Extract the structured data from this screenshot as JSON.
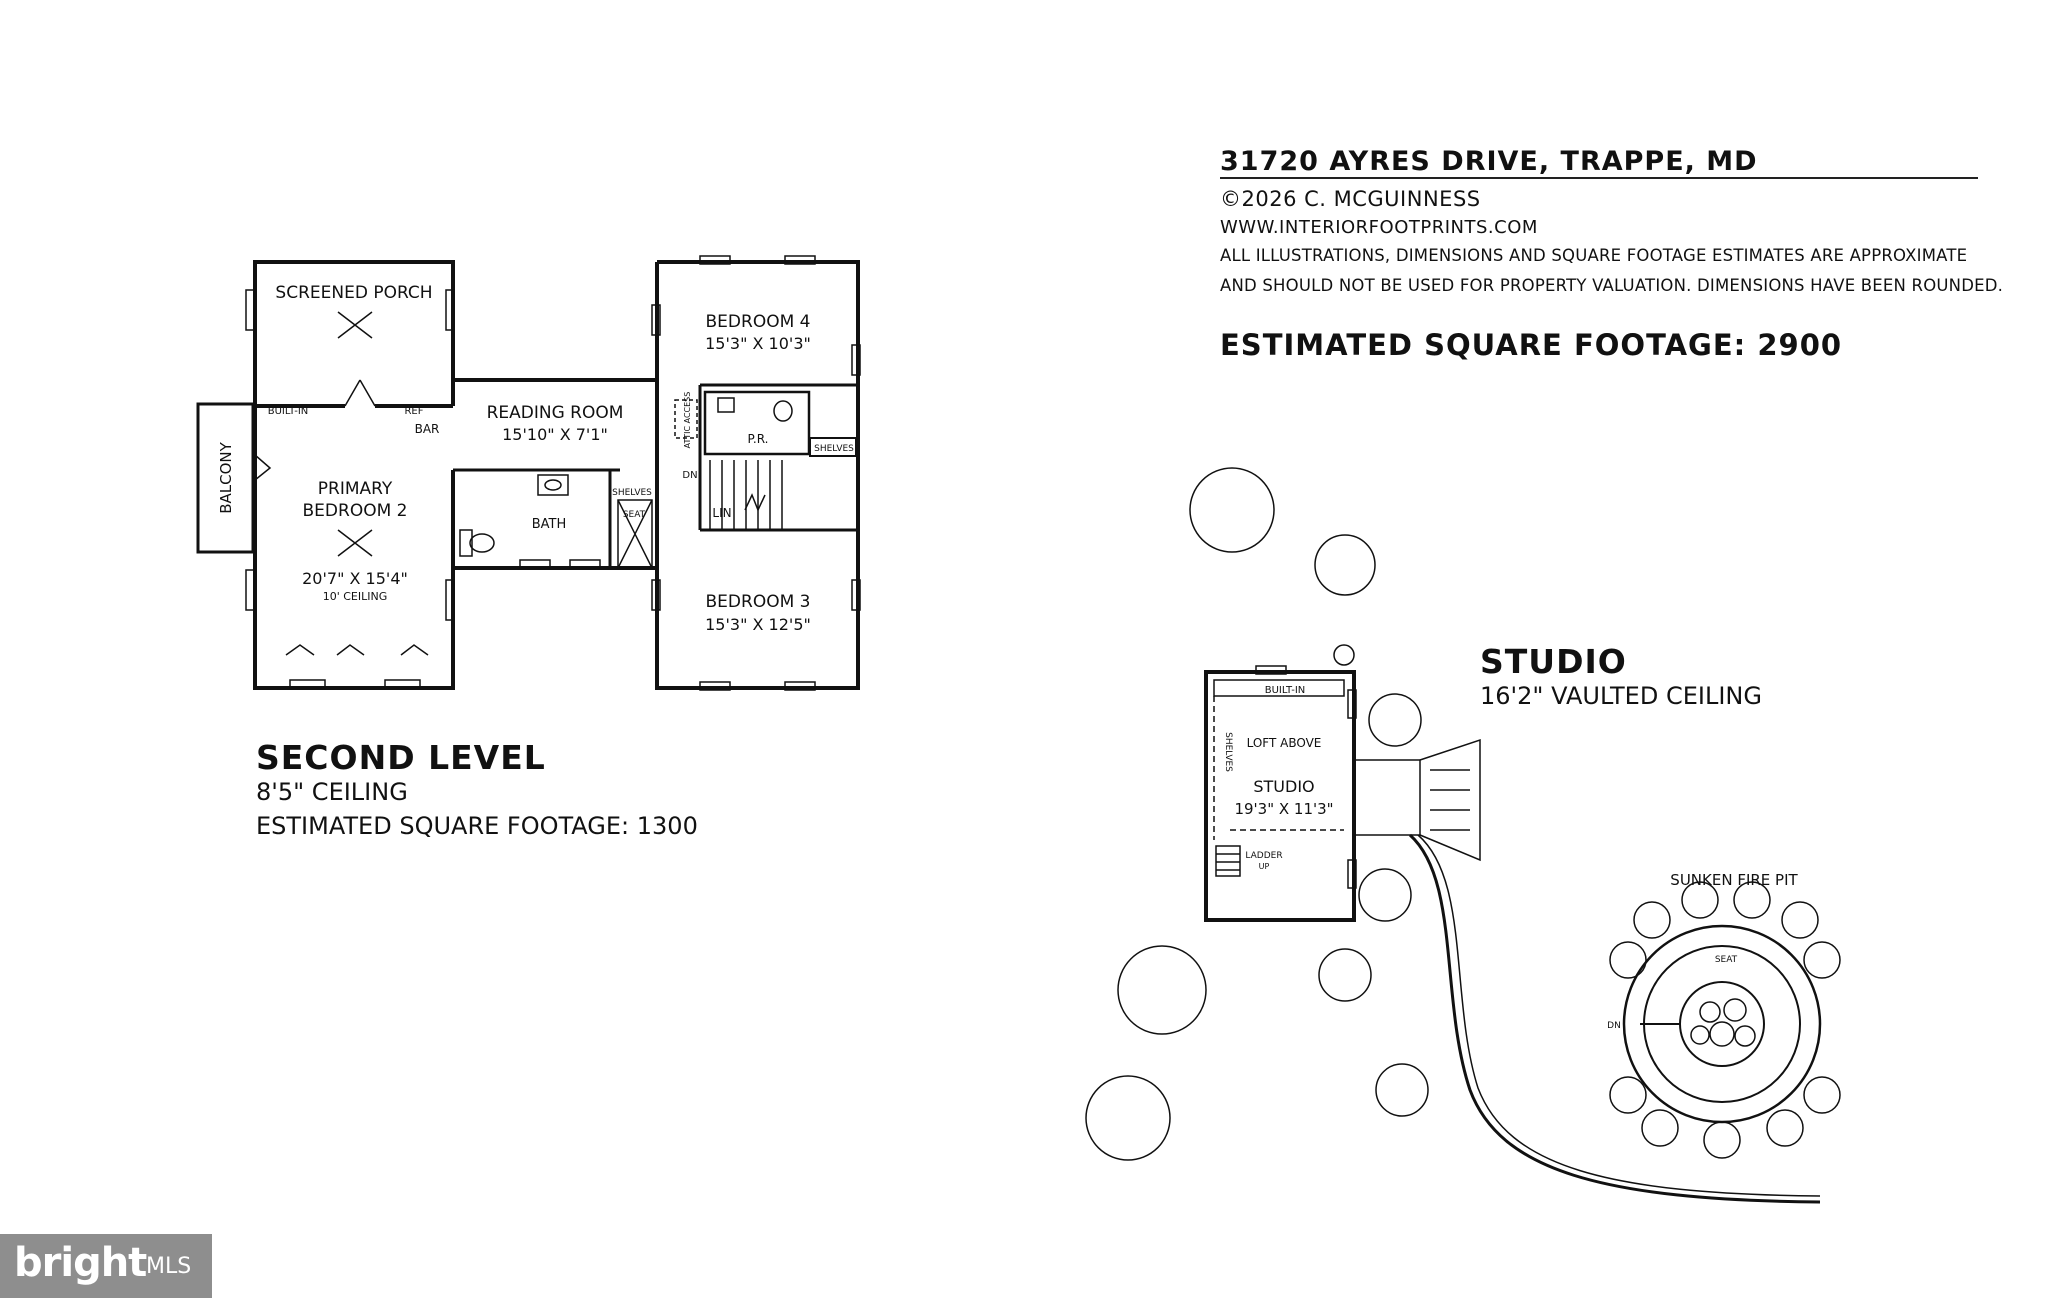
{
  "header": {
    "address": "31720 AYRES DRIVE, TRAPPE, MD",
    "copyright": "©2026 C. MCGUINNESS",
    "website": "WWW.INTERIORFOOTPRINTS.COM",
    "disclaimer_line1": "ALL ILLUSTRATIONS, DIMENSIONS AND SQUARE FOOTAGE ESTIMATES ARE APPROXIMATE",
    "disclaimer_line2": "AND  SHOULD NOT BE USED FOR PROPERTY VALUATION. DIMENSIONS HAVE BEEN ROUNDED.",
    "estimated_total": "ESTIMATED SQUARE FOOTAGE: 2900"
  },
  "second_level": {
    "title": "SECOND LEVEL",
    "ceiling": "8'5\" CEILING",
    "sqft": "ESTIMATED SQUARE FOOTAGE: 1300"
  },
  "studio_block": {
    "title": "STUDIO",
    "ceiling": "16'2\" VAULTED CEILING"
  },
  "rooms": {
    "screened_porch": "SCREENED PORCH",
    "built_in": "BUILT-IN",
    "ref": "REF",
    "bar": "BAR",
    "balcony": "BALCONY",
    "primary_name1": "PRIMARY",
    "primary_name2": "BEDROOM 2",
    "primary_dims": "20'7\" X 15'4\"",
    "primary_ceiling": "10' CEILING",
    "reading_name": "READING ROOM",
    "reading_dims": "15'10\" X 7'1\"",
    "bath": "BATH",
    "shelves": "SHELVES",
    "seat": "SEAT",
    "attic_access": "ATTIC ACCESS",
    "dn": "DN",
    "pr": "P.R.",
    "lin": "LIN",
    "bedroom4_name": "BEDROOM 4",
    "bedroom4_dims": "15'3\" X 10'3\"",
    "bedroom3_name": "BEDROOM 3",
    "bedroom3_dims": "15'3\" X 12'5\"",
    "studio_builtin": "BUILT-IN",
    "studio_shelves": "SHELVES",
    "loft_above": "LOFT ABOVE",
    "studio_name": "STUDIO",
    "studio_dims": "19'3\" X 11'3\"",
    "ladder": "LADDER",
    "ladder_up": "UP",
    "fire_pit": "SUNKEN FIRE PIT",
    "fire_seat": "SEAT",
    "fire_dn": "DN"
  },
  "logo": {
    "word": "bright",
    "suffix": "MLS"
  },
  "colors": {
    "ink": "#111111",
    "logo_bg": "#8e8e8e"
  }
}
